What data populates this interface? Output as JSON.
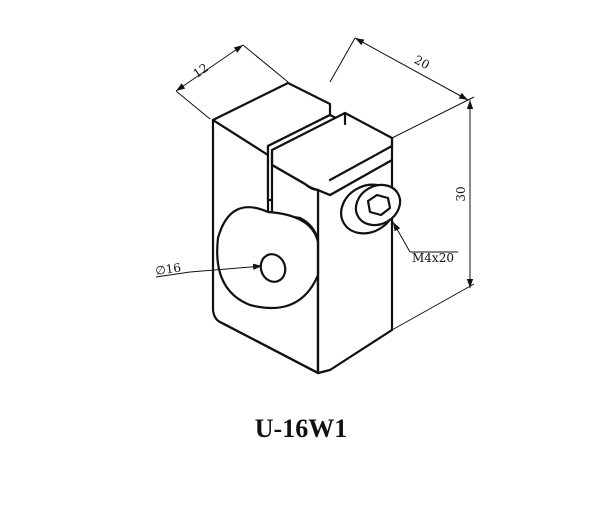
{
  "part_number": "U-16W1",
  "dimensions": {
    "depth": "12",
    "width": "20",
    "height": "30",
    "bore": "∅16",
    "screw": "M4x20"
  }
}
